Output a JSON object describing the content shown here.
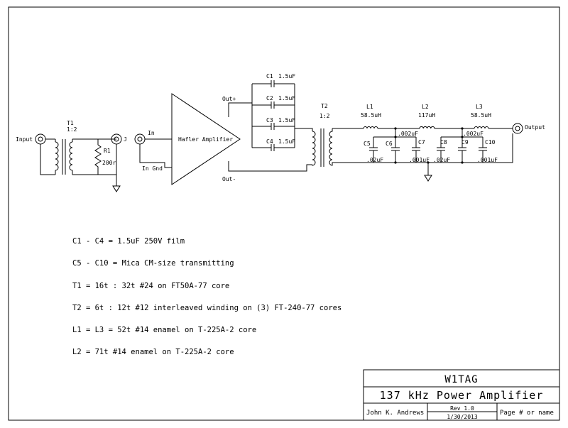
{
  "schematic": {
    "connectors": {
      "input": "Input",
      "j": "J",
      "in": "In",
      "in_gnd": "In Gnd",
      "output": "Output"
    },
    "t1": {
      "ref": "T1",
      "ratio": "1:2"
    },
    "r1": {
      "ref": "R1",
      "value": "200r"
    },
    "amplifier": {
      "label": "Hafler Amplifier",
      "out_plus": "Out+",
      "out_minus": "Out-"
    },
    "caps_c1_c4": [
      {
        "ref": "C1",
        "value": "1.5uF"
      },
      {
        "ref": "C2",
        "value": "1.5uF"
      },
      {
        "ref": "C3",
        "value": "1.5uF"
      },
      {
        "ref": "C4",
        "value": "1.5uF"
      }
    ],
    "t2": {
      "ref": "T2",
      "ratio": "1:2"
    },
    "inductors": [
      {
        "ref": "L1",
        "value": "58.5uH"
      },
      {
        "ref": "L2",
        "value": "117uH"
      },
      {
        "ref": "L3",
        "value": "58.5uH"
      }
    ],
    "filter_caps": {
      "c5": "C5",
      "c6": "C6",
      "c7": "C7",
      "c8": "C8",
      "c9": "C9",
      "c10": "C10",
      "val_002_a": ".002uF",
      "val_002_b": ".002uF",
      "val_02_a": ".02uF",
      "val_001_a": ".001uF",
      "val_02_b": ".02uF",
      "val_001_b": ".001uF"
    }
  },
  "notes": [
    "C1 - C4 = 1.5uF 250V film",
    "C5 - C10 = Mica CM-size transmitting",
    "T1 = 16t : 32t #24 on FT50A-77 core",
    "T2 = 6t : 12t #12 interleaved winding on (3) FT-240-77 cores",
    "L1 = L3 = 52t #14 enamel on T-225A-2 core",
    "L2 = 71t #14 enamel on T-225A-2 core"
  ],
  "title_block": {
    "callsign": "W1TAG",
    "title": "137 kHz Power Amplifier",
    "author": "John K. Andrews",
    "rev": "Rev 1.0",
    "date": "1/30/2013",
    "page": "Page # or name"
  }
}
